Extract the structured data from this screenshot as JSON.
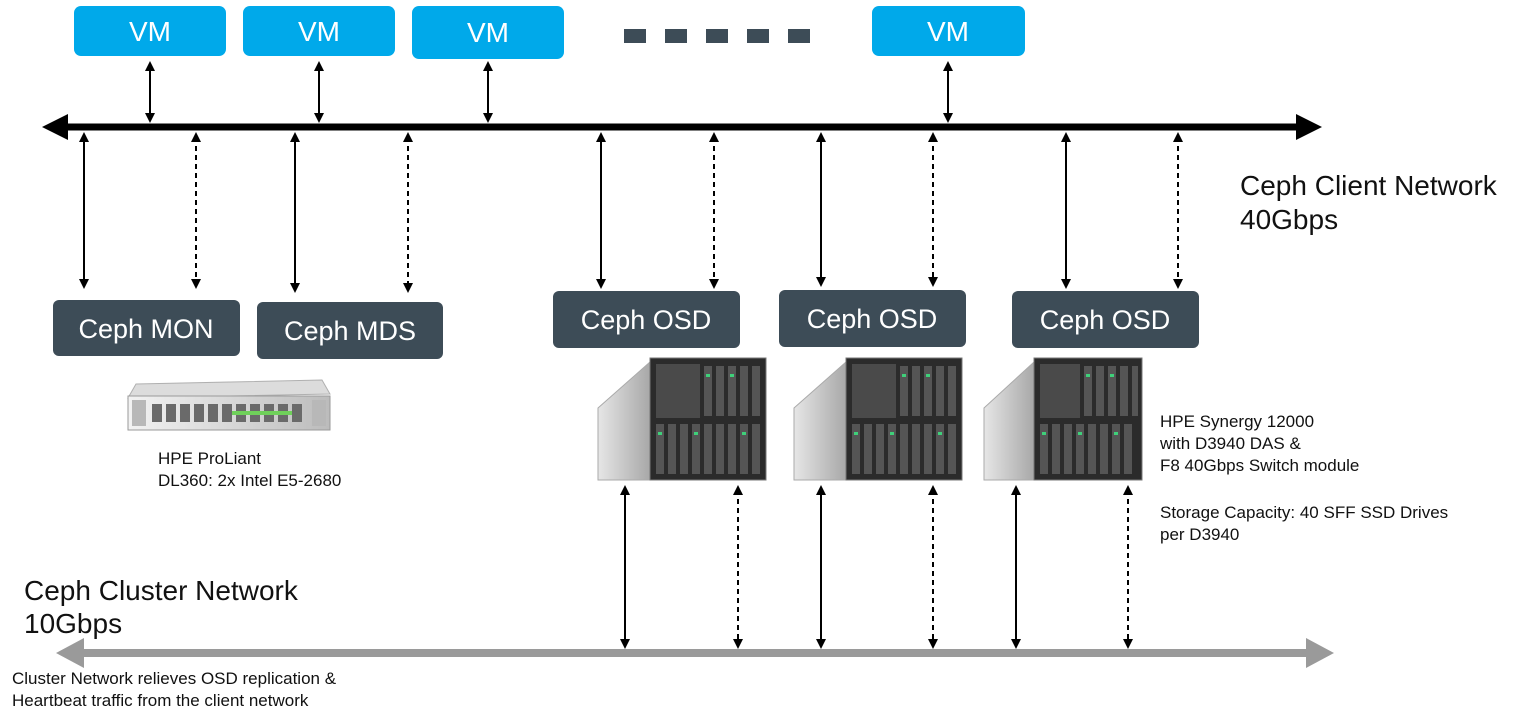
{
  "vms": {
    "label": "VM"
  },
  "client_network": {
    "line1": "Ceph Client Network",
    "line2": "40Gbps"
  },
  "cluster_network": {
    "line1": "Ceph Cluster Network",
    "line2": "10Gbps",
    "note_line1": "Cluster Network relieves OSD replication &",
    "note_line2": "Heartbeat traffic from the client network"
  },
  "nodes": {
    "mon": "Ceph MON",
    "mds": "Ceph MDS",
    "osd": "Ceph OSD"
  },
  "proliant": {
    "line1": "HPE ProLiant",
    "line2": "DL360: 2x Intel  E5-2680"
  },
  "synergy": {
    "line1": "HPE Synergy  12000",
    "line2": "with D3940 DAS &",
    "line3": "F8 40Gbps Switch module",
    "line4": "Storage Capacity: 40 SFF SSD Drives",
    "line5": "per D3940"
  },
  "colors": {
    "vm_box": "#00a9ea",
    "node_box": "#3d4c57",
    "client_line": "#000000",
    "cluster_line": "#9a9a9a"
  }
}
